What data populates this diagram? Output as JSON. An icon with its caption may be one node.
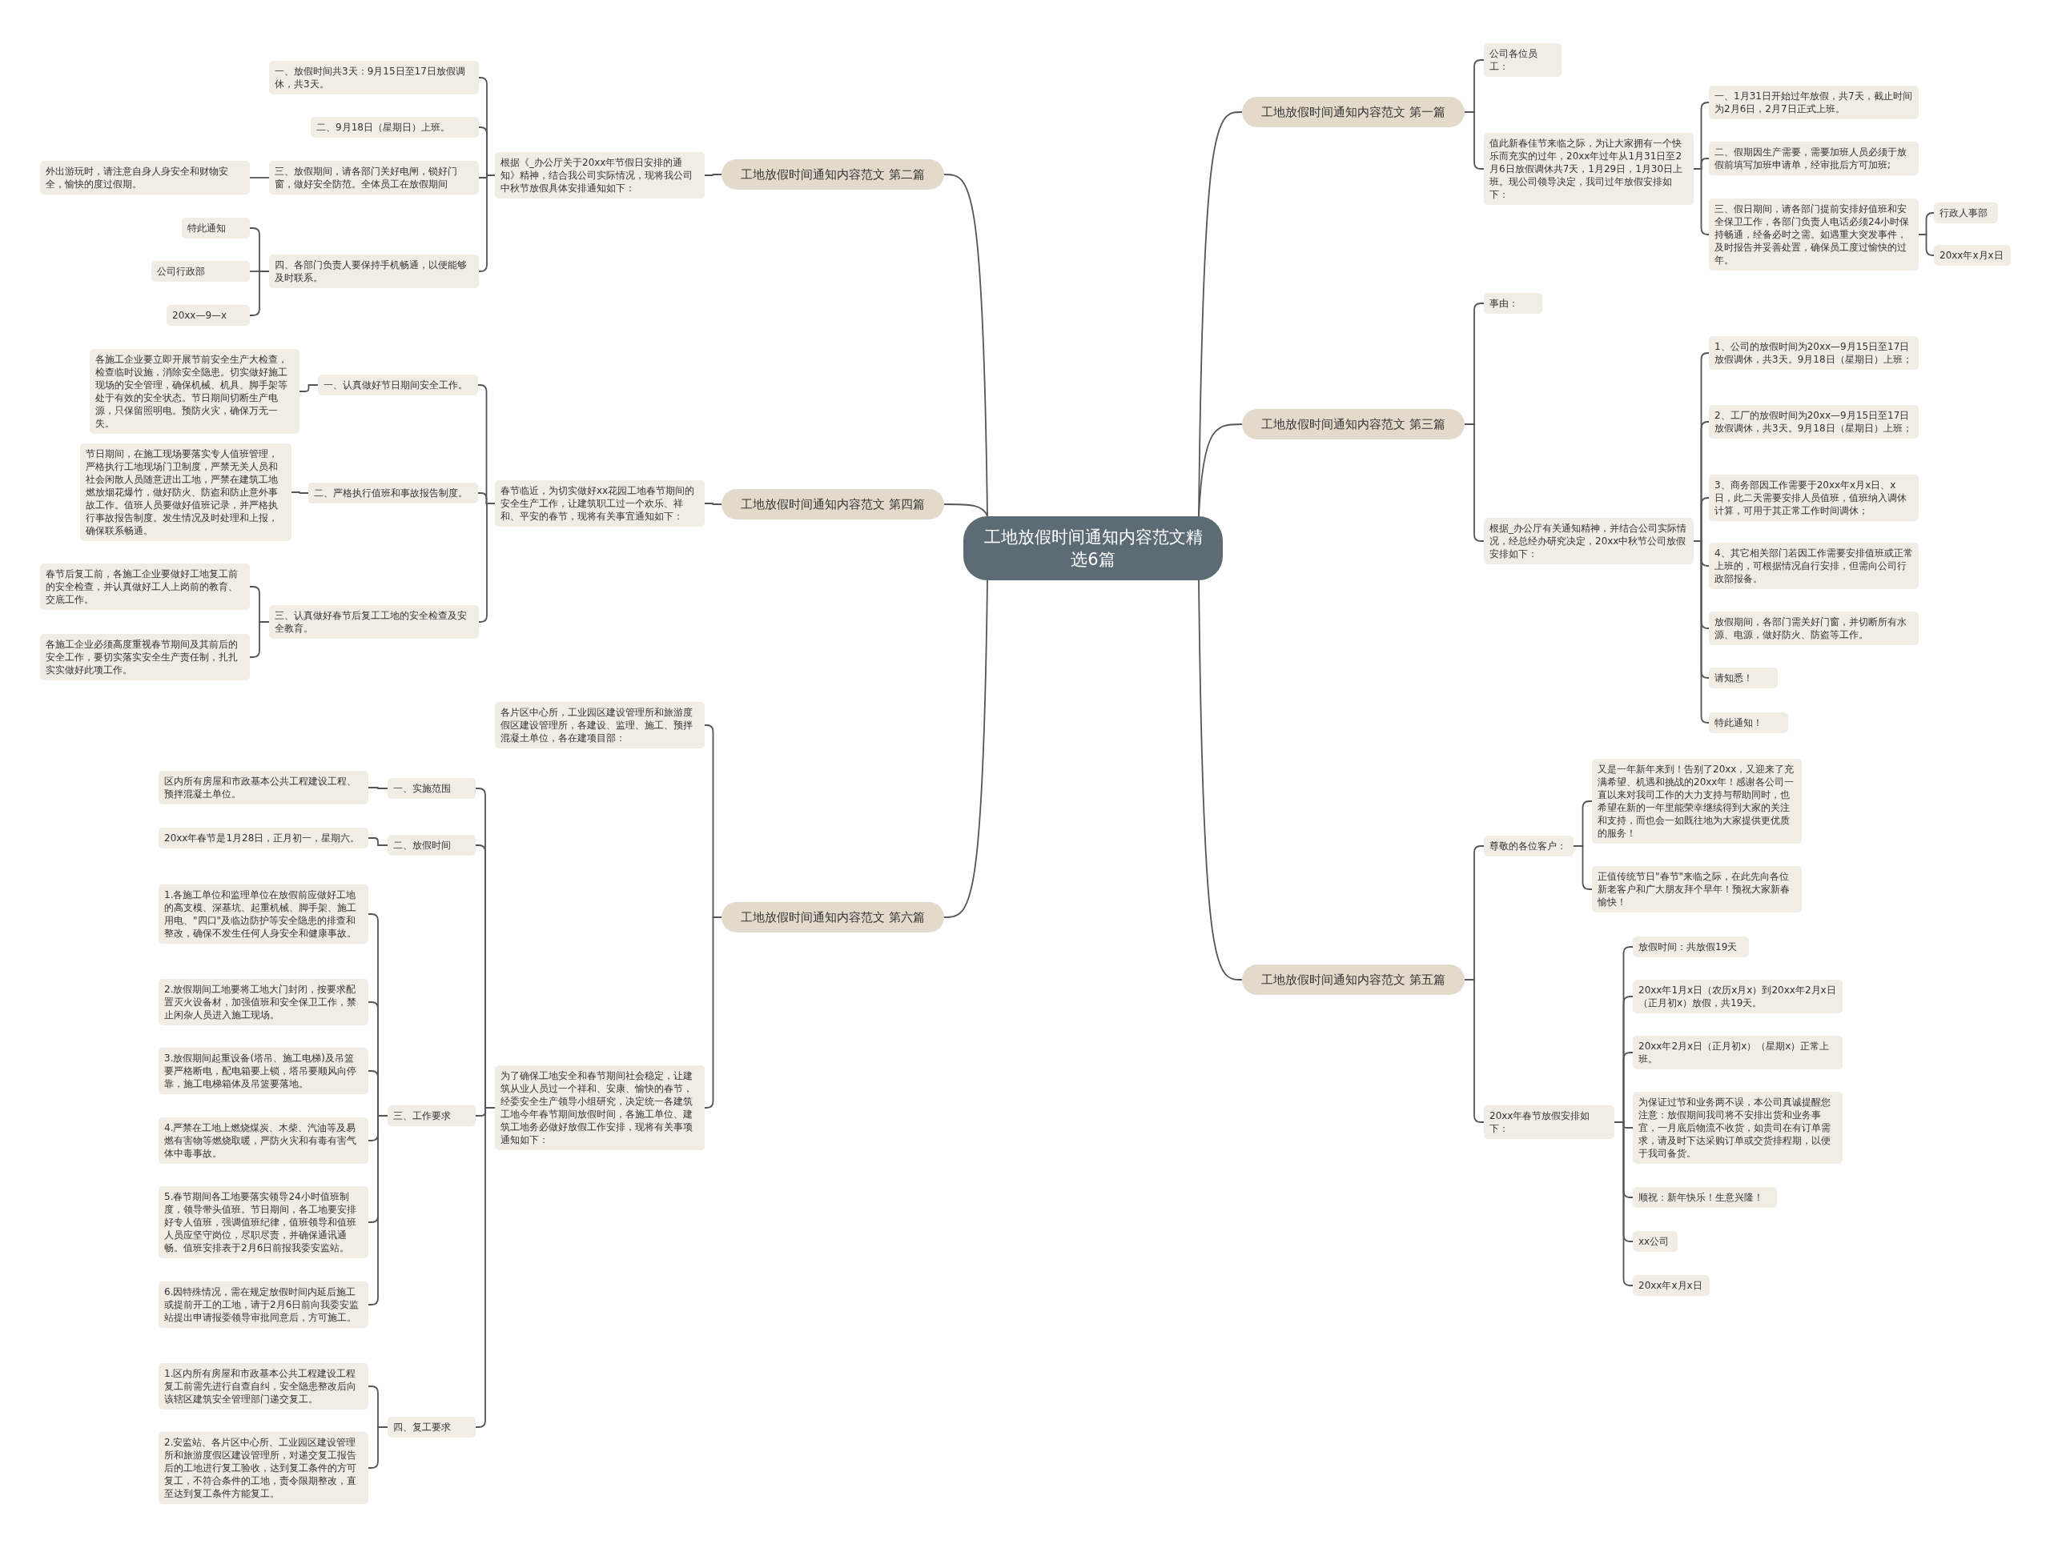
{
  "diagram": {
    "nodes": [
      {
        "text": [
          "工地放假时间通知内容范文精选6篇"
        ]
      },
      {
        "text": [
          "工地放假时间通知内容范文 第一篇"
        ]
      },
      {
        "text": [
          "公司各位员工："
        ]
      },
      {
        "text": [
          "值此新春佳节来临之际，为让大家拥有一个快乐而充实的过年，20xx年过年从1月31日至2月6日放假调休共7天，1月29日，1月30日上班。现公司领导决定，我司过年放假安排如下："
        ]
      },
      {
        "text": [
          "一、1月31日开始过年放假，共7天，截止时间为2月6日，2月7日正式上班。"
        ]
      },
      {
        "text": [
          "二、假期因生产需要，需要加班人员必须于放假前填写加班申请单，经审批后方可加班;"
        ]
      },
      {
        "text": [
          "三、假日期间，请各部门提前安排好值班和安全保卫工作，各部门负责人电话必须24小时保持畅通，经备必时之需。如遇重大突发事件，及时报告并妥善处置，确保员工度过愉快的过年。"
        ]
      },
      {
        "text": [
          "行政人事部"
        ]
      },
      {
        "text": [
          "20xx年x月x日"
        ]
      },
      {
        "text": [
          "工地放假时间通知内容范文 第二篇"
        ]
      },
      {
        "text": [
          "根据《_办公厅关于20xx年节假日安排的通知》精神，结合我公司实际情况，现将我公司中秋节放假具体安排通知如下："
        ]
      },
      {
        "text": [
          "一、放假时间共3天：9月15日至17日放假调休，共3天。"
        ]
      },
      {
        "text": [
          "二、9月18日（星期日）上班。"
        ]
      },
      {
        "text": [
          "三、放假期间，请各部门关好电闸，锁好门窗，做好安全防范。全体员工在放假期间"
        ]
      },
      {
        "text": [
          "外出游玩时，请注意自身人身安全和财物安全，愉快的度过假期。"
        ]
      },
      {
        "text": [
          "四、各部门负责人要保持手机畅通，以便能够及时联系。"
        ]
      },
      {
        "text": [
          "特此通知"
        ]
      },
      {
        "text": [
          "公司行政部"
        ]
      },
      {
        "text": [
          "20xx—9—x"
        ]
      },
      {
        "text": [
          "工地放假时间通知内容范文 第三篇"
        ]
      },
      {
        "text": [
          "事由："
        ]
      },
      {
        "text": [
          "根据_办公厅有关通知精神，并结合公司实际情况，经总经办研究决定，20xx中秋节公司放假安排如下："
        ]
      },
      {
        "text": [
          "1、公司的放假时间为20xx—9月15日至17日放假调休，共3天。9月18日（星期日）上班；"
        ]
      },
      {
        "text": [
          "2、工厂的放假时间为20xx—9月15日至17日放假调休，共3天。9月18日（星期日）上班；"
        ]
      },
      {
        "text": [
          "3、商务部因工作需要于20xx年x月x日、x日，此二天需要安排人员值班，值班纳入调休计算，可用于其正常工作时间调休；"
        ]
      },
      {
        "text": [
          "4、其它相关部门若因工作需要安排值班或正常上班的，可根据情况自行安排，但需向公司行政部报备。"
        ]
      },
      {
        "text": [
          "放假期间，各部门需关好门窗，并切断所有水源、电源，做好防火、防盗等工作。"
        ]
      },
      {
        "text": [
          "请知悉！"
        ]
      },
      {
        "text": [
          "特此通知！"
        ]
      },
      {
        "text": [
          "工地放假时间通知内容范文 第四篇"
        ]
      },
      {
        "text": [
          "春节临近，为切实做好xx花园工地春节期间的安全生产工作，让建筑职工过一个欢乐、祥和、平安的春节，现将有关事宜通知如下："
        ]
      },
      {
        "text": [
          "一、认真做好节日期间安全工作。"
        ]
      },
      {
        "text": [
          "各施工企业要立即开展节前安全生产大检查，检查临时设施，消除安全隐患。切实做好施工现场的安全管理，确保机械、机具、脚手架等处于有效的安全状态。节日期间切断生产电源，只保留照明电。预防火灾，确保万无一失。"
        ]
      },
      {
        "text": [
          "二、严格执行值班和事故报告制度。"
        ]
      },
      {
        "text": [
          "节日期间，在施工现场要落实专人值班管理，严格执行工地现场门卫制度，严禁无关人员和社会闲散人员随意进出工地，严禁在建筑工地燃放烟花爆竹，做好防火、防盗和防止意外事故工作。值班人员要做好值班记录，并严格执行事故报告制度。发生情况及时处理和上报，确保联系畅通。"
        ]
      },
      {
        "text": [
          "三、认真做好春节后复工工地的安全检查及安全教育。"
        ]
      },
      {
        "text": [
          "春节后复工前，各施工企业要做好工地复工前的安全检查，并认真做好工人上岗前的教育、交底工作。"
        ]
      },
      {
        "text": [
          "各施工企业必须高度重视春节期间及其前后的安全工作，要切实落实安全生产责任制，扎扎实实做好此项工作。"
        ]
      },
      {
        "text": [
          "工地放假时间通知内容范文 第五篇"
        ]
      },
      {
        "text": [
          "尊敬的各位客户："
        ]
      },
      {
        "text": [
          "又是一年新年来到！告别了20xx，又迎来了充满希望、机遇和挑战的20xx年！感谢各公司一直以来对我司工作的大力支持与帮助同时，也希望在新的一年里能荣幸继续得到大家的关注和支持，而也会一如既往地为大家提供更优质的服务！"
        ]
      },
      {
        "text": [
          "正值传统节日\"春节\"来临之际，在此先向各位新老客户和广大朋友拜个早年！预祝大家新春愉快！"
        ]
      },
      {
        "text": [
          "20xx年春节放假安排如下："
        ]
      },
      {
        "text": [
          "放假时间：共放假19天"
        ]
      },
      {
        "text": [
          "20xx年1月x日（农历x月x）到20xx年2月x日（正月初x）放假，共19天。"
        ]
      },
      {
        "text": [
          "20xx年2月x日（正月初x）（星期x）正常上班。"
        ]
      },
      {
        "text": [
          "为保证过节和业务两不误，本公司真诚提醒您注意：放假期间我司将不安排出货和业务事宜，一月底后物流不收货，如贵司在有订单需求，请及时下达采购订单或交货排程期，以便于我司备货。"
        ]
      },
      {
        "text": [
          "顺祝：新年快乐！生意兴隆！"
        ]
      },
      {
        "text": [
          "xx公司"
        ]
      },
      {
        "text": [
          "20xx年x月x日"
        ]
      },
      {
        "text": [
          "工地放假时间通知内容范文 第六篇"
        ]
      },
      {
        "text": [
          "各片区中心所，工业园区建设管理所和旅游度假区建设管理所，各建设、监理、施工、预拌混凝土单位，各在建项目部："
        ]
      },
      {
        "text": [
          "为了确保工地安全和春节期间社会稳定，让建筑从业人员过一个祥和、安康、愉快的春节，经委安全生产领导小组研究，决定统一各建筑工地今年春节期间放假时间，各施工单位、建筑工地务必做好放假工作安排，现将有关事项通知如下："
        ]
      },
      {
        "text": [
          "一、实施范围"
        ]
      },
      {
        "text": [
          "区内所有房屋和市政基本公共工程建设工程、预拌混凝土单位。"
        ]
      },
      {
        "text": [
          "二、放假时间"
        ]
      },
      {
        "text": [
          "20xx年春节是1月28日，正月初一，星期六。"
        ]
      },
      {
        "text": [
          "三、工作要求"
        ]
      },
      {
        "text": [
          "1.各施工单位和监理单位在放假前应做好工地的高支模、深基坑、起重机械、脚手架、施工用电、\"四口\"及临边防护等安全隐患的排查和整改，确保不发生任何人身安全和健康事故。"
        ]
      },
      {
        "text": [
          "2.放假期间工地要将工地大门封闭，按要求配置灭火设备材，加强值班和安全保卫工作，禁止闲杂人员进入施工现场。"
        ]
      },
      {
        "text": [
          "3.放假期间起重设备(塔吊、施工电梯)及吊篮要严格断电，配电箱要上锁，塔吊要顺风向停靠，施工电梯箱体及吊篮要落地。"
        ]
      },
      {
        "text": [
          "4.严禁在工地上燃烧煤炭、木柴、汽油等及易燃有害物等燃烧取暖，严防火灾和有毒有害气体中毒事故。"
        ]
      },
      {
        "text": [
          "5.春节期间各工地要落实领导24小时值班制度，领导带头值班。节日期间，各工地要安排好专人值班，强调值班纪律，值班领导和值班人员应坚守岗位，尽职尽责，并确保通讯通畅。值班安排表于2月6日前报我委安监站。"
        ]
      },
      {
        "text": [
          "6.因特殊情况，需在规定放假时间内延后施工或提前开工的工地，请于2月6日前向我委安监站提出申请报委领导审批同意后，方可施工。"
        ]
      },
      {
        "text": [
          "四、复工要求"
        ]
      },
      {
        "text": [
          "1.区内所有房屋和市政基本公共工程建设工程复工前需先进行自查自纠，安全隐患整改后向该辖区建筑安全管理部门递交复工。"
        ]
      },
      {
        "text": [
          "2.安监站、各片区中心所、工业园区建设管理所和旅游度假区建设管理所，对递交复工报告后的工地进行复工验收，达到复工条件的方可复工，不符合条件的工地，责令限期整改，直至达到复工条件方能复工。"
        ]
      }
    ],
    "edges": [
      {
        "from": 0,
        "to": 1,
        "arrow": "none"
      },
      {
        "from": 1,
        "to": 2,
        "arrow": "none"
      },
      {
        "from": 1,
        "to": 3,
        "arrow": "none"
      },
      {
        "from": 3,
        "to": 4,
        "arrow": "none"
      },
      {
        "from": 3,
        "to": 5,
        "arrow": "none"
      },
      {
        "from": 3,
        "to": 6,
        "arrow": "none"
      },
      {
        "from": 6,
        "to": 7,
        "arrow": "none"
      },
      {
        "from": 6,
        "to": 8,
        "arrow": "none"
      },
      {
        "from": 0,
        "to": 9,
        "arrow": "none"
      },
      {
        "from": 9,
        "to": 10,
        "arrow": "none"
      },
      {
        "from": 10,
        "to": 11,
        "arrow": "none"
      },
      {
        "from": 10,
        "to": 12,
        "arrow": "none"
      },
      {
        "from": 10,
        "to": 13,
        "arrow": "none"
      },
      {
        "from": 13,
        "to": 14,
        "arrow": "none"
      },
      {
        "from": 10,
        "to": 15,
        "arrow": "none"
      },
      {
        "from": 15,
        "to": 16,
        "arrow": "none"
      },
      {
        "from": 15,
        "to": 17,
        "arrow": "none"
      },
      {
        "from": 15,
        "to": 18,
        "arrow": "none"
      },
      {
        "from": 0,
        "to": 19,
        "arrow": "none"
      },
      {
        "from": 19,
        "to": 20,
        "arrow": "none"
      },
      {
        "from": 19,
        "to": 21,
        "arrow": "none"
      },
      {
        "from": 21,
        "to": 22,
        "arrow": "none"
      },
      {
        "from": 21,
        "to": 23,
        "arrow": "none"
      },
      {
        "from": 21,
        "to": 24,
        "arrow": "none"
      },
      {
        "from": 21,
        "to": 25,
        "arrow": "none"
      },
      {
        "from": 21,
        "to": 26,
        "arrow": "none"
      },
      {
        "from": 21,
        "to": 27,
        "arrow": "none"
      },
      {
        "from": 21,
        "to": 28,
        "arrow": "none"
      },
      {
        "from": 0,
        "to": 29,
        "arrow": "none"
      },
      {
        "from": 29,
        "to": 30,
        "arrow": "none"
      },
      {
        "from": 30,
        "to": 31,
        "arrow": "none"
      },
      {
        "from": 31,
        "to": 32,
        "arrow": "none"
      },
      {
        "from": 30,
        "to": 33,
        "arrow": "none"
      },
      {
        "from": 33,
        "to": 34,
        "arrow": "none"
      },
      {
        "from": 30,
        "to": 35,
        "arrow": "none"
      },
      {
        "from": 35,
        "to": 36,
        "arrow": "none"
      },
      {
        "from": 35,
        "to": 37,
        "arrow": "none"
      },
      {
        "from": 0,
        "to": 38,
        "arrow": "none"
      },
      {
        "from": 38,
        "to": 39,
        "arrow": "none"
      },
      {
        "from": 39,
        "to": 40,
        "arrow": "none"
      },
      {
        "from": 39,
        "to": 41,
        "arrow": "none"
      },
      {
        "from": 38,
        "to": 42,
        "arrow": "none"
      },
      {
        "from": 42,
        "to": 43,
        "arrow": "none"
      },
      {
        "from": 42,
        "to": 44,
        "arrow": "none"
      },
      {
        "from": 42,
        "to": 45,
        "arrow": "none"
      },
      {
        "from": 42,
        "to": 46,
        "arrow": "none"
      },
      {
        "from": 42,
        "to": 47,
        "arrow": "none"
      },
      {
        "from": 42,
        "to": 48,
        "arrow": "none"
      },
      {
        "from": 42,
        "to": 49,
        "arrow": "none"
      },
      {
        "from": 0,
        "to": 50,
        "arrow": "none"
      },
      {
        "from": 50,
        "to": 51,
        "arrow": "none"
      },
      {
        "from": 50,
        "to": 52,
        "arrow": "none"
      },
      {
        "from": 52,
        "to": 53,
        "arrow": "none"
      },
      {
        "from": 53,
        "to": 54,
        "arrow": "none"
      },
      {
        "from": 52,
        "to": 55,
        "arrow": "none"
      },
      {
        "from": 55,
        "to": 56,
        "arrow": "none"
      },
      {
        "from": 52,
        "to": 57,
        "arrow": "none"
      },
      {
        "from": 57,
        "to": 58,
        "arrow": "none"
      },
      {
        "from": 57,
        "to": 59,
        "arrow": "none"
      },
      {
        "from": 57,
        "to": 60,
        "arrow": "none"
      },
      {
        "from": 57,
        "to": 61,
        "arrow": "none"
      },
      {
        "from": 57,
        "to": 62,
        "arrow": "none"
      },
      {
        "from": 57,
        "to": 63,
        "arrow": "none"
      },
      {
        "from": 52,
        "to": 64,
        "arrow": "none"
      },
      {
        "from": 64,
        "to": 65,
        "arrow": "none"
      },
      {
        "from": 64,
        "to": 66,
        "arrow": "none"
      }
    ]
  }
}
